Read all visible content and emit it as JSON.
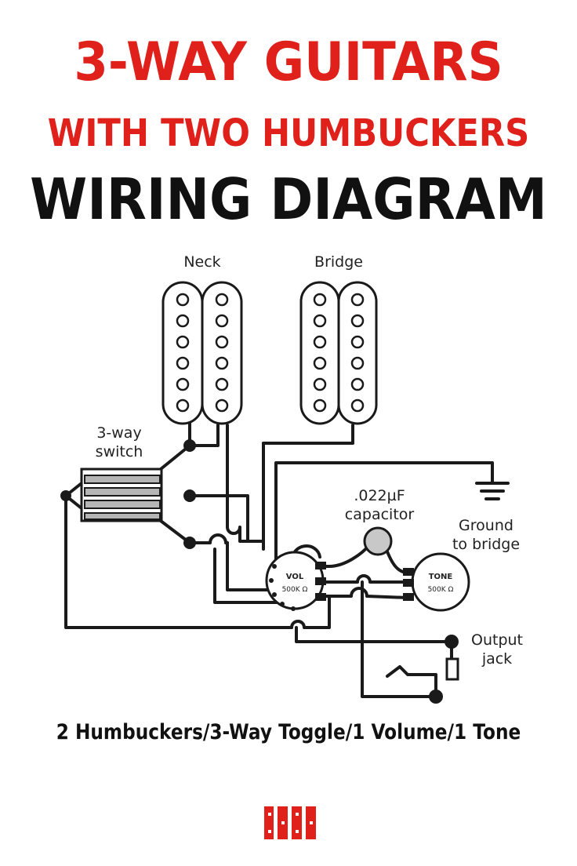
{
  "title": {
    "line1": "3-WAY GUITARS",
    "line2": "WITH TWO HUMBUCKERS",
    "line3": "WIRING DIAGRAM"
  },
  "labels": {
    "neck": "Neck",
    "bridge": "Bridge",
    "switch_line1": "3-way",
    "switch_line2": "switch",
    "capacitor_value": ".022µF",
    "capacitor_word": "capacitor",
    "ground_line1": "Ground",
    "ground_line2": "to bridge",
    "vol_name": "VOL",
    "vol_value": "500K Ω",
    "tone_name": "TONE",
    "tone_value": "500K Ω",
    "output_line1": "Output",
    "output_line2": "jack"
  },
  "caption": "2 Humbuckers/3-Way Toggle/1 Volume/1 Tone",
  "colors": {
    "title_red": "#e0201b",
    "text_dark": "#111111",
    "wire": "#1a1a1a",
    "capacitor_fill": "#c8c8c8",
    "switch_blade": "#b5b5b5",
    "logo_red": "#e0201b"
  }
}
